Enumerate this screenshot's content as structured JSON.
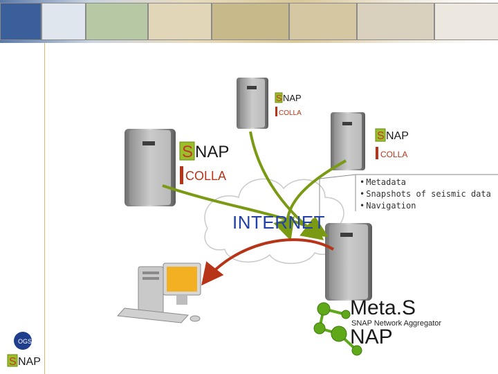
{
  "diagram": {
    "cloud_label": "INTERNET",
    "info_items": [
      "Metadata",
      "Snapshots of seismic data",
      "Navigation"
    ],
    "aggregator": {
      "title_part1": "Meta.S",
      "title_part2": "NAP",
      "subtitle": "SNAP Network Aggregator"
    },
    "nodes": [
      {
        "id": "node-left",
        "logo_s": "S",
        "logo_nap": "NAP",
        "logo_colla": "COLLA"
      },
      {
        "id": "node-top",
        "logo_s": "S",
        "logo_nap": "NAP",
        "logo_colla": "COLLA"
      },
      {
        "id": "node-right",
        "logo_s": "S",
        "logo_nap": "NAP",
        "logo_colla": "COLLA"
      }
    ],
    "footer_logos": {
      "ogs": "OGS",
      "snap_s": "S",
      "snap_nap": "NAP"
    }
  },
  "colors": {
    "green_arrow": "#7a9a14",
    "red_arrow": "#b83418",
    "internet_text": "#2140a8",
    "accent_rule": "#e8b26a",
    "aggregator_nodes": "#5fa81a"
  }
}
